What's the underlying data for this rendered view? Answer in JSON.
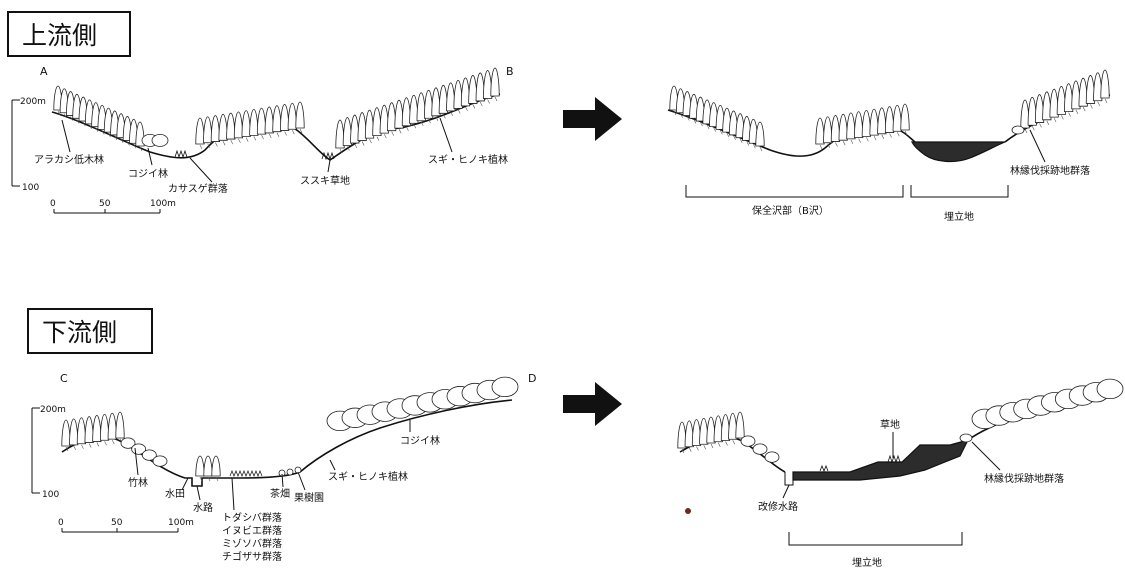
{
  "upstream": {
    "title": "上流側",
    "point_left": "A",
    "point_right": "B",
    "elev_top": "200m",
    "elev_bottom": "100",
    "scale": [
      "0",
      "50",
      "100m"
    ],
    "labels": {
      "arakashi": "アラカシ低木林",
      "kojii": "コジイ林",
      "kasasuge": "カサスゲ群落",
      "susuki": "ススキ草地",
      "sugi": "スギ・ヒノキ植林"
    },
    "after": {
      "forest_edge": "林縁伐採跡地群落",
      "preserved": "保全沢部（B沢）",
      "landfill": "埋立地"
    }
  },
  "downstream": {
    "title": "下流側",
    "point_left": "C",
    "point_right": "D",
    "elev_top": "200m",
    "elev_bottom": "100",
    "scale": [
      "0",
      "50",
      "100m"
    ],
    "labels": {
      "chikurin": "竹林",
      "suiden": "水田",
      "suiro": "水路",
      "communities": [
        "トダシバ群落",
        "イヌビエ群落",
        "ミゾソバ群落",
        "チゴザサ群落"
      ],
      "chabatake": "茶畑",
      "kajuen": "果樹園",
      "sugi": "スギ・ヒノキ植林",
      "kojii": "コジイ林"
    },
    "after": {
      "grass": "草地",
      "forest_edge": "林縁伐採跡地群落",
      "channel": "改修水路",
      "landfill": "埋立地"
    }
  },
  "icons": [
    "right-arrow-icon"
  ]
}
